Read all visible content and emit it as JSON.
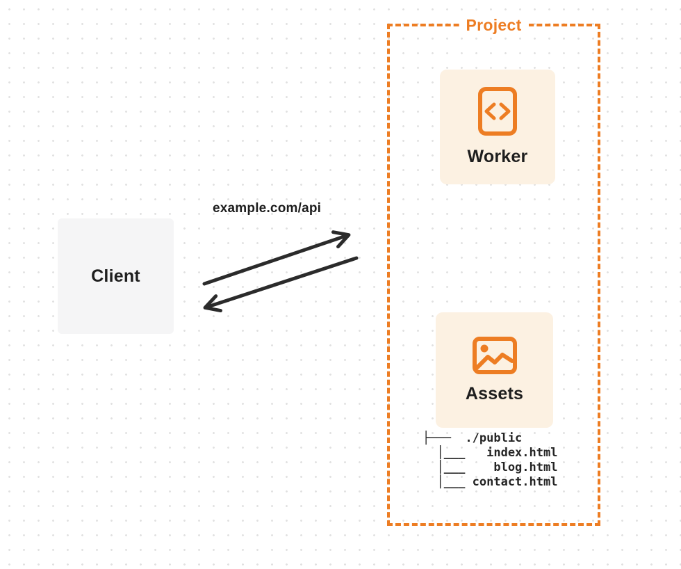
{
  "diagram": {
    "client": {
      "label": "Client"
    },
    "request_label": "example.com/api",
    "project": {
      "label": "Project",
      "worker": {
        "label": "Worker",
        "icon": "code-file-icon"
      },
      "assets": {
        "label": "Assets",
        "icon": "image-icon",
        "file_tree_lines": [
          "├───  ./public",
          "  │___   index.html",
          "  │___    blog.html",
          "  │___ contact.html"
        ]
      }
    },
    "colors": {
      "accent_orange": "#ed7d23",
      "card_background": "#fcf1e2",
      "client_background": "#f5f5f6",
      "arrow": "#2b2b2b",
      "text_dark": "#1e1e1e",
      "dot_grid": "#e1e1e1"
    }
  }
}
